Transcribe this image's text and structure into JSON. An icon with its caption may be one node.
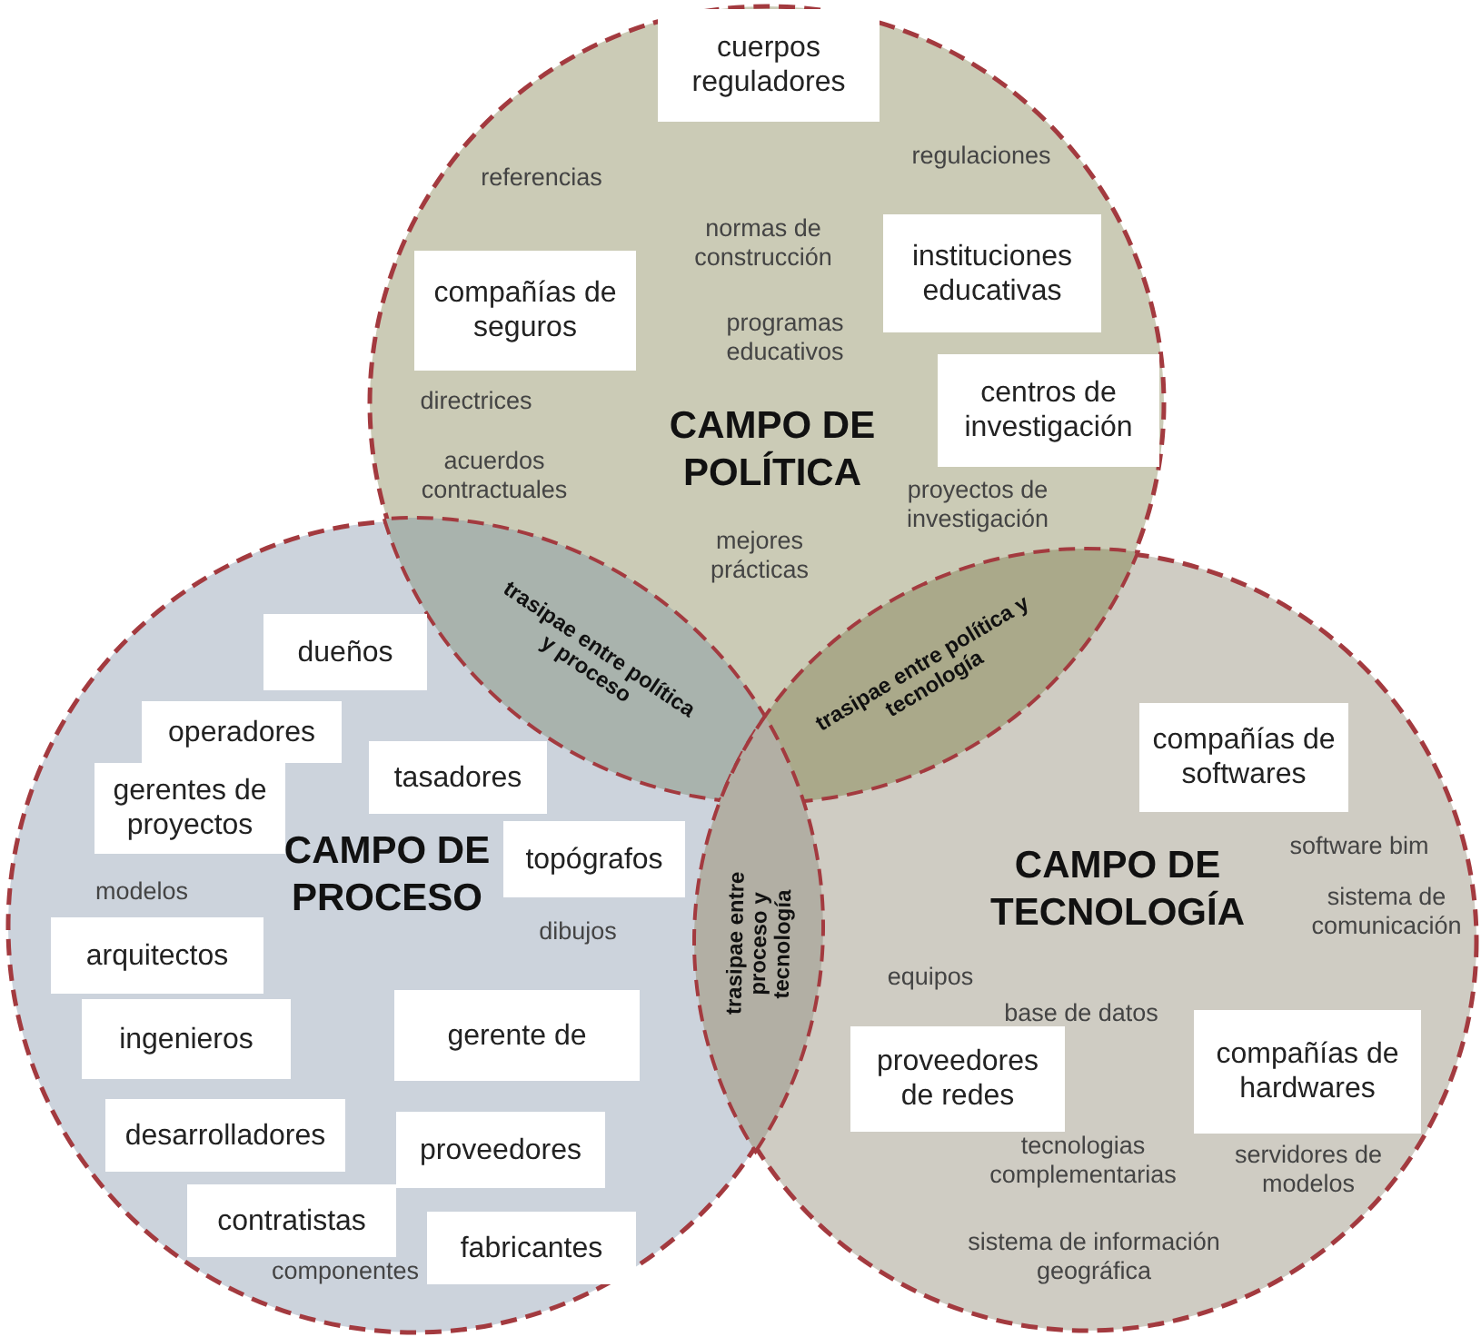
{
  "diagram": {
    "nodes": [
      {
        "text": [
          "CAMPO DE POLÍTICA"
        ]
      },
      {
        "text": [
          "cuerpos reguladores"
        ],
        "in": 0
      },
      {
        "text": [
          "compañías de seguros"
        ],
        "in": 0
      },
      {
        "text": [
          "instituciones educativas"
        ],
        "in": 0
      },
      {
        "text": [
          "centros de investigación"
        ],
        "in": 0
      },
      {
        "text": [
          "trasipae entre política y proceso"
        ]
      },
      {
        "text": [
          "trasipae entre política y tecnología"
        ]
      },
      {
        "text": [
          "CAMPO DE PROCESO"
        ]
      },
      {
        "text": [
          "dueños"
        ],
        "in": 7
      },
      {
        "text": [
          "operadores"
        ],
        "in": 7
      },
      {
        "text": [
          "gerentes de proyectos"
        ],
        "in": 7
      },
      {
        "text": [
          "tasadores"
        ],
        "in": 7
      },
      {
        "text": [
          "topógrafos"
        ],
        "in": 7
      },
      {
        "text": [
          "arquitectos"
        ],
        "in": 7
      },
      {
        "text": [
          "ingenieros"
        ],
        "in": 7
      },
      {
        "text": [
          "gerente de"
        ],
        "in": 7
      },
      {
        "text": [
          "desarrolladores"
        ],
        "in": 7
      },
      {
        "text": [
          "proveedores"
        ],
        "in": 7
      },
      {
        "text": [
          "contratistas"
        ],
        "in": 7
      },
      {
        "text": [
          "fabricantes"
        ],
        "in": 7
      },
      {
        "text": [
          "trasipae entre proceso y tecnología"
        ]
      },
      {
        "text": [
          "CAMPO DE TECNOLOGÍA"
        ]
      },
      {
        "text": [
          "compañías de softwares"
        ],
        "in": 21
      },
      {
        "text": [
          "proveedores de redes"
        ],
        "in": 21
      },
      {
        "text": [
          "compañías de hardwares"
        ],
        "in": 21
      }
    ],
    "labels": [
      "referencias",
      "regulaciones",
      "normas de construcción",
      "programas educativos",
      "directrices",
      "acuerdos contractuales",
      "proyectos de investigación",
      "mejores prácticas",
      "modelos",
      "dibujos",
      "componentes",
      "software bim",
      "sistema de comunicación",
      "equipos",
      "base de datos",
      "tecnologias complementarias",
      "servidores de modelos",
      "sistema de información geográfica"
    ]
  }
}
